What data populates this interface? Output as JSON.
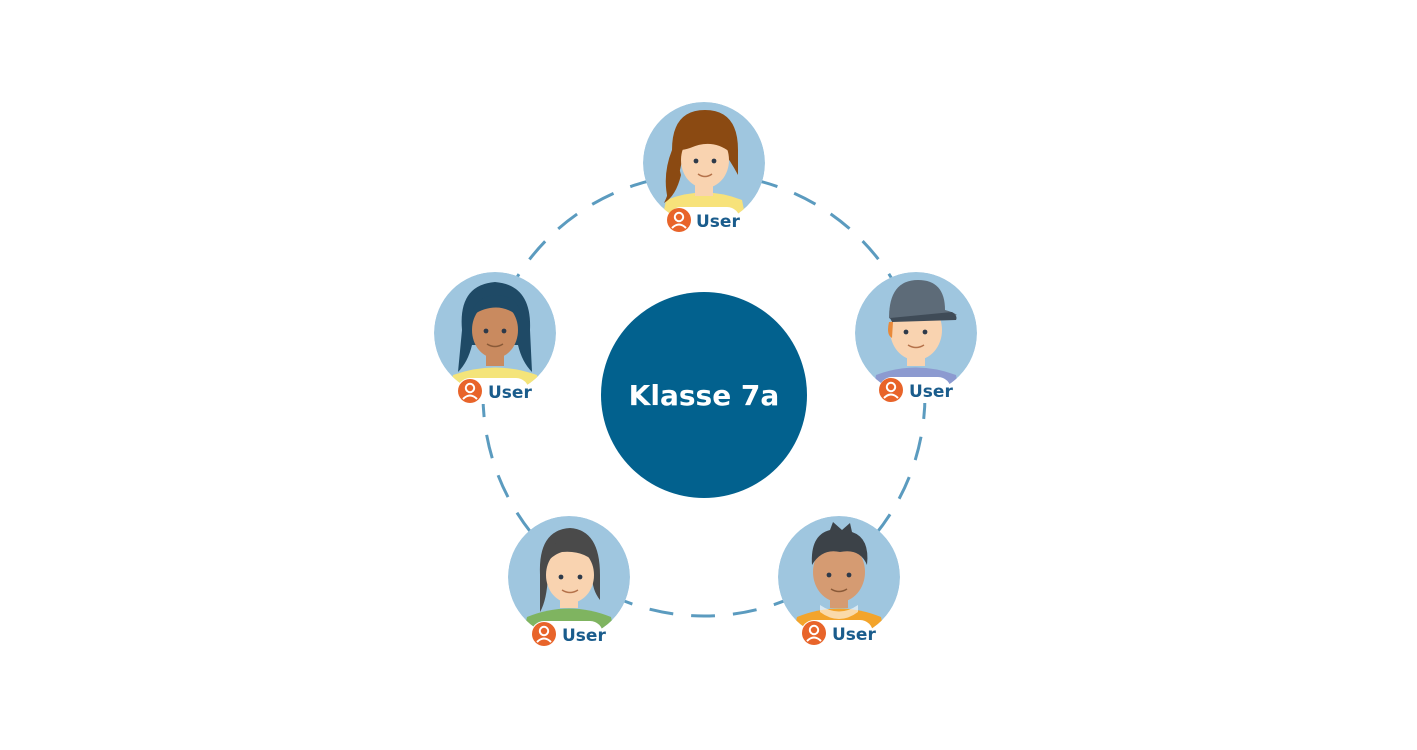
{
  "center": {
    "label": "Klasse 7a"
  },
  "colors": {
    "center_fill": "#02618e",
    "center_text": "#ffffff",
    "ring_stroke": "#5b9bbf",
    "avatar_bg": "#9fc6df",
    "badge_fill": "#e8642a",
    "label_text": "#1a5c8c",
    "skin_light": "#f9d3b0",
    "skin_tan": "#d59b72",
    "skin_medium": "#e3ac80",
    "eye": "#2e3a4a"
  },
  "users": [
    {
      "label": "User",
      "icon": "user-badge-icon",
      "hair": "#8b4a12",
      "shirt": "#f7e27a",
      "skin": "#f9d3b0",
      "style": "ponytail"
    },
    {
      "label": "User",
      "icon": "user-badge-icon",
      "hair": "#5d6b78",
      "shirt": "#8c9ad0",
      "skin": "#f9d3b0",
      "style": "cap"
    },
    {
      "label": "User",
      "icon": "user-badge-icon",
      "hair": "#3c4248",
      "shirt": "#f3a42b",
      "skin": "#d59b72",
      "style": "spiky"
    },
    {
      "label": "User",
      "icon": "user-badge-icon",
      "hair": "#4a4a4a",
      "shirt": "#7fb460",
      "skin": "#f9d3b0",
      "style": "long"
    },
    {
      "label": "User",
      "icon": "user-badge-icon",
      "hair": "#1f4a66",
      "shirt": "#f4e47a",
      "skin": "#c98a5f",
      "style": "curly"
    }
  ]
}
